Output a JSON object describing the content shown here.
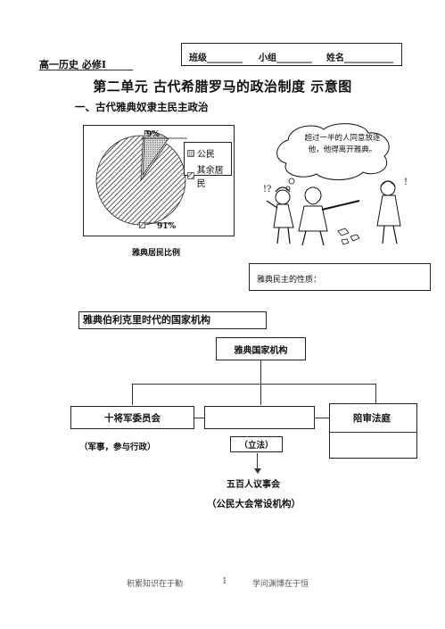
{
  "header": {
    "course": "高一历史 必修Ⅰ",
    "class_label": "班级________",
    "group_label": "小组________",
    "name_label": "姓名___________"
  },
  "title": "第二单元 古代希腊罗马的政治制度 示意图",
  "section1": "一、古代雅典奴隶主民主政治",
  "pie": {
    "small_pct": "9%",
    "large_pct": "91%",
    "legend": [
      "公民",
      "其余居民"
    ],
    "caption": "雅典居民比例"
  },
  "chart_data": {
    "type": "pie",
    "categories": [
      "公民",
      "其余居民"
    ],
    "values": [
      9,
      91
    ],
    "title": "雅典居民比例"
  },
  "cartoon": {
    "speech": "超过一半的人同意放逐他，他得离开雅典。"
  },
  "nature_label": "雅典民主的性质：",
  "org": {
    "section_title": "雅典伯利克里时代的国家机构",
    "root": "雅典国家机构",
    "left_box": "十将军委员会",
    "left_note": "（军事，参与行政）",
    "middle_note": "（立法）",
    "right_box": "陪审法庭",
    "bottom": "五百人议事会",
    "bottom_note": "（公民大会常设机构）"
  },
  "footer": {
    "left": "积累知识在于勤",
    "page": "1",
    "right": "学问渊博在于恒"
  }
}
